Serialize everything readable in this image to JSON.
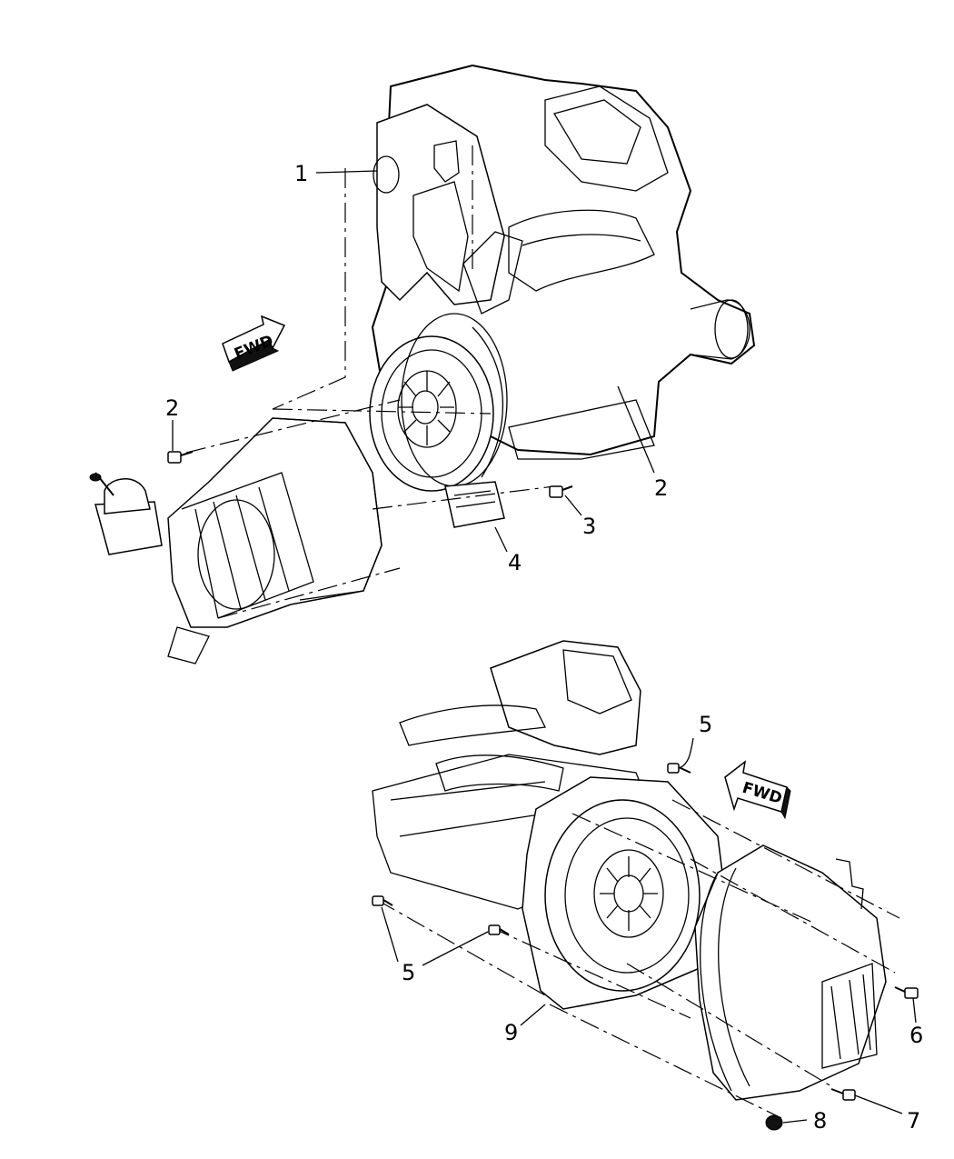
{
  "fwd_label": "FWD",
  "callouts": [
    {
      "id": "c1",
      "text": "1"
    },
    {
      "id": "c2a",
      "text": "2"
    },
    {
      "id": "c2b",
      "text": "2"
    },
    {
      "id": "c3",
      "text": "3"
    },
    {
      "id": "c4",
      "text": "4"
    },
    {
      "id": "c5a",
      "text": "5"
    },
    {
      "id": "c5b",
      "text": "5"
    },
    {
      "id": "c6",
      "text": "6"
    },
    {
      "id": "c7",
      "text": "7"
    },
    {
      "id": "c8",
      "text": "8"
    },
    {
      "id": "c9",
      "text": "9"
    }
  ]
}
